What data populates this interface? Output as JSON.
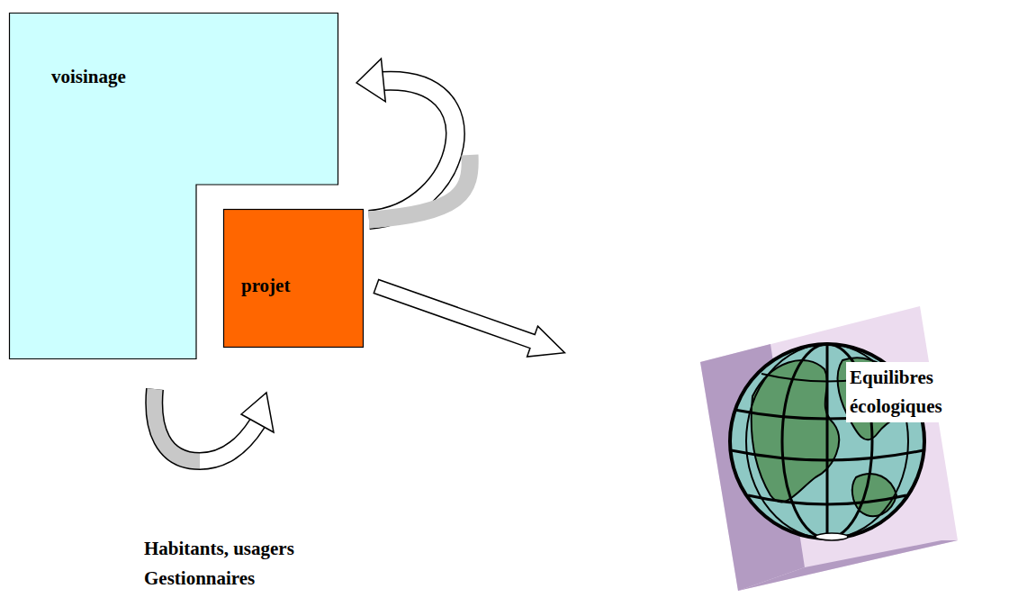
{
  "diagram": {
    "nodes": [
      {
        "text": [
          "voisinage"
        ]
      },
      {
        "text": [
          "projet"
        ]
      },
      {
        "text": [
          "Equilibres écologiques"
        ]
      }
    ],
    "edges": [
      {
        "from": 1,
        "to": 0,
        "arrow": "to"
      },
      {
        "from": 1,
        "to": 2,
        "arrow": "to"
      }
    ],
    "labels": [
      "Habitants, usagers",
      "Gestionnaires"
    ]
  }
}
